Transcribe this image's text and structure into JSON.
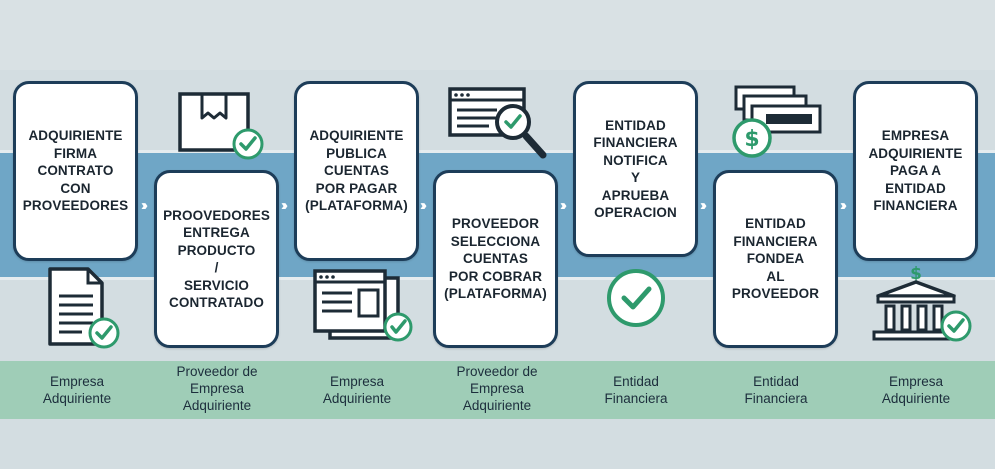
{
  "steps": [
    {
      "text": "ADQUIRIENTE\nFIRMA\nCONTRATO\nCON\nPROVEEDORES",
      "role": "Empresa\nAdquiriente",
      "icon": "signed-document-icon"
    },
    {
      "text": "PROOVEDORES\nENTREGA\nPRODUCTO\n/\nSERVICIO\nCONTRATADO",
      "role": "Proveedor de\nEmpresa\nAdquiriente",
      "icon": "delivered-box-icon"
    },
    {
      "text": "ADQUIRIENTE\nPUBLICA\nCUENTAS\nPOR PAGAR\n(PLATAFORMA)",
      "role": "Empresa\nAdquiriente",
      "icon": "platform-windows-icon"
    },
    {
      "text": "PROVEEDOR\nSELECCIONA\nCUENTAS\nPOR COBRAR\n(PLATAFORMA)",
      "role": "Proveedor de\nEmpresa\nAdquiriente",
      "icon": "search-browser-icon"
    },
    {
      "text": "ENTIDAD\nFINANCIERA\nNOTIFICA\nY\nAPRUEBA\nOPERACION",
      "role": "Entidad\nFinanciera",
      "icon": "approved-check-icon"
    },
    {
      "text": "ENTIDAD\nFINANCIERA\nFONDEA\nAL\nPROVEEDOR",
      "role": "Entidad\nFinanciera",
      "icon": "money-bills-icon"
    },
    {
      "text": "EMPRESA\nADQUIRIENTE\nPAGA A\nENTIDAD\nFINANCIERA",
      "role": "Empresa\nAdquiriente",
      "icon": "bank-dollar-icon"
    }
  ],
  "connector_glyph": "›››",
  "colors": {
    "box_border": "#1d3d59",
    "check_green": "#2e9a6c",
    "band_blue": "#6fa6c6",
    "strip_green": "#9fcdb7",
    "icon_dark": "#1d2b36"
  }
}
